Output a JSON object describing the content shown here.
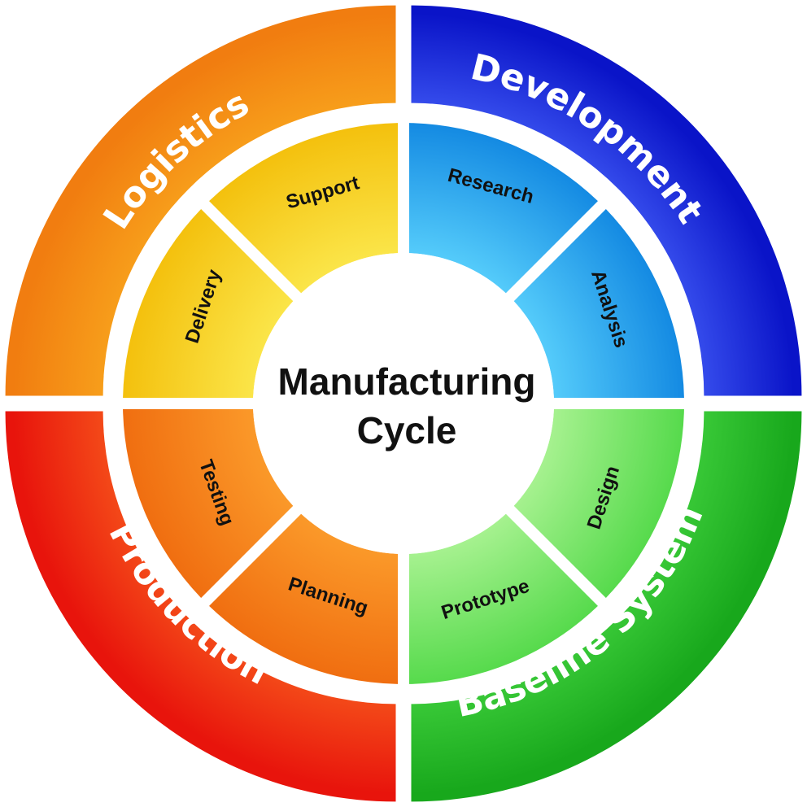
{
  "center": {
    "line1": "Manufacturing",
    "line2": "Cycle"
  },
  "quadrants": [
    {
      "name": "Development",
      "color": "#1a1adf",
      "inner": [
        {
          "label": "Research",
          "color": "#1fa8ee"
        },
        {
          "label": "Analysis",
          "color": "#22a4ec"
        }
      ]
    },
    {
      "name": "Baseline System",
      "color": "#22b526",
      "inner": [
        {
          "label": "Design",
          "color": "#7fdf6a"
        },
        {
          "label": "Prototype",
          "color": "#74e466"
        }
      ]
    },
    {
      "name": "Production",
      "color": "#ef2a12",
      "inner": [
        {
          "label": "Planning",
          "color": "#f47716"
        },
        {
          "label": "Testing",
          "color": "#f47716"
        }
      ]
    },
    {
      "name": "Logistics",
      "color": "#f58d14",
      "inner": [
        {
          "label": "Delivery",
          "color": "#f6c80a"
        },
        {
          "label": "Support",
          "color": "#f6d10a"
        }
      ]
    }
  ]
}
